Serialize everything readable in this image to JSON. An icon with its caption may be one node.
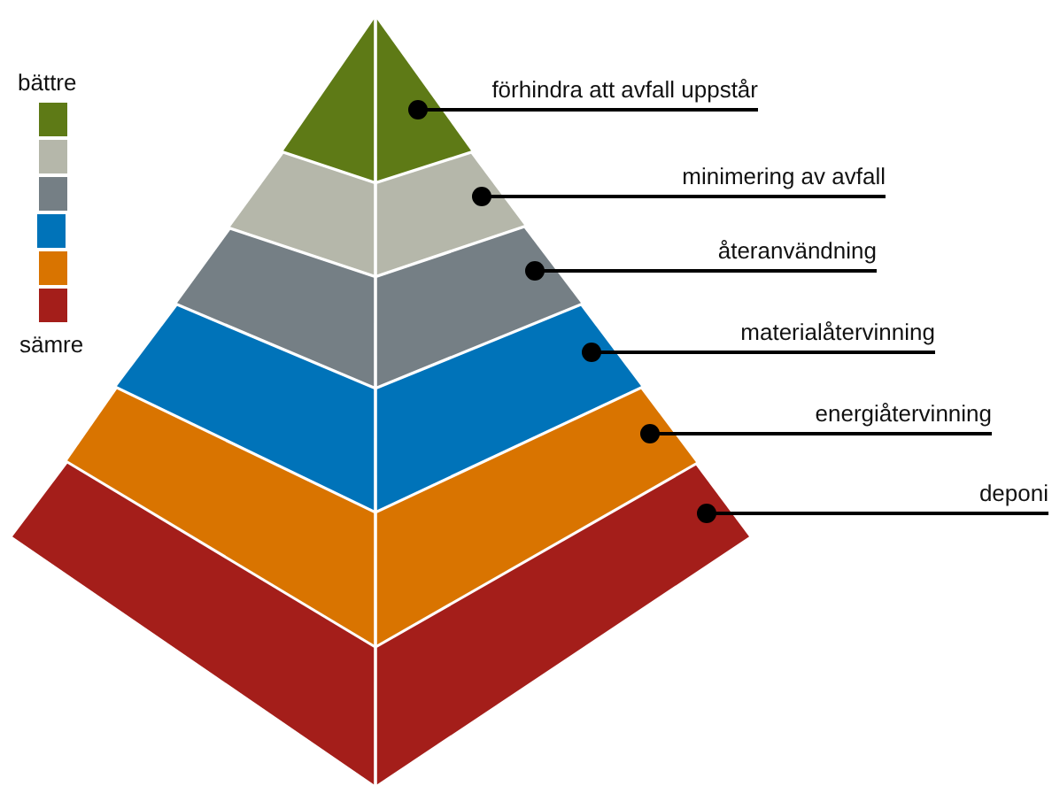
{
  "diagram": {
    "nodes": [
      {
        "text": [],
        "shape": "triangle"
      },
      {
        "text": [],
        "shape": "chevron"
      },
      {
        "text": [],
        "shape": "chevron"
      },
      {
        "text": [],
        "shape": "chevron"
      },
      {
        "text": [],
        "shape": "chevron"
      },
      {
        "text": [],
        "shape": "chevron"
      },
      {
        "text": [
          "förhindra att avfall uppstår"
        ]
      },
      {
        "text": [
          "minimering av avfall"
        ]
      },
      {
        "text": [
          "återanvändning"
        ]
      },
      {
        "text": [
          "materialåtervinning"
        ]
      },
      {
        "text": [
          "energiåtervinning"
        ]
      },
      {
        "text": [
          "deponi"
        ]
      },
      {
        "text": [],
        "shape": "box"
      },
      {
        "text": [],
        "shape": "box"
      },
      {
        "text": [],
        "shape": "box"
      },
      {
        "text": [],
        "shape": "box"
      },
      {
        "text": [],
        "shape": "box"
      },
      {
        "text": [],
        "shape": "box"
      }
    ],
    "edges": [
      {
        "from": 6,
        "to": 0,
        "arrow": "other"
      },
      {
        "from": 7,
        "to": 1,
        "arrow": "other"
      },
      {
        "from": 8,
        "to": 2,
        "arrow": "other"
      },
      {
        "from": 9,
        "to": 3,
        "arrow": "other"
      },
      {
        "from": 10,
        "to": 4,
        "arrow": "other"
      },
      {
        "from": 11,
        "to": 5,
        "arrow": "other"
      }
    ],
    "labels": [
      "bättre",
      "sämre"
    ]
  }
}
